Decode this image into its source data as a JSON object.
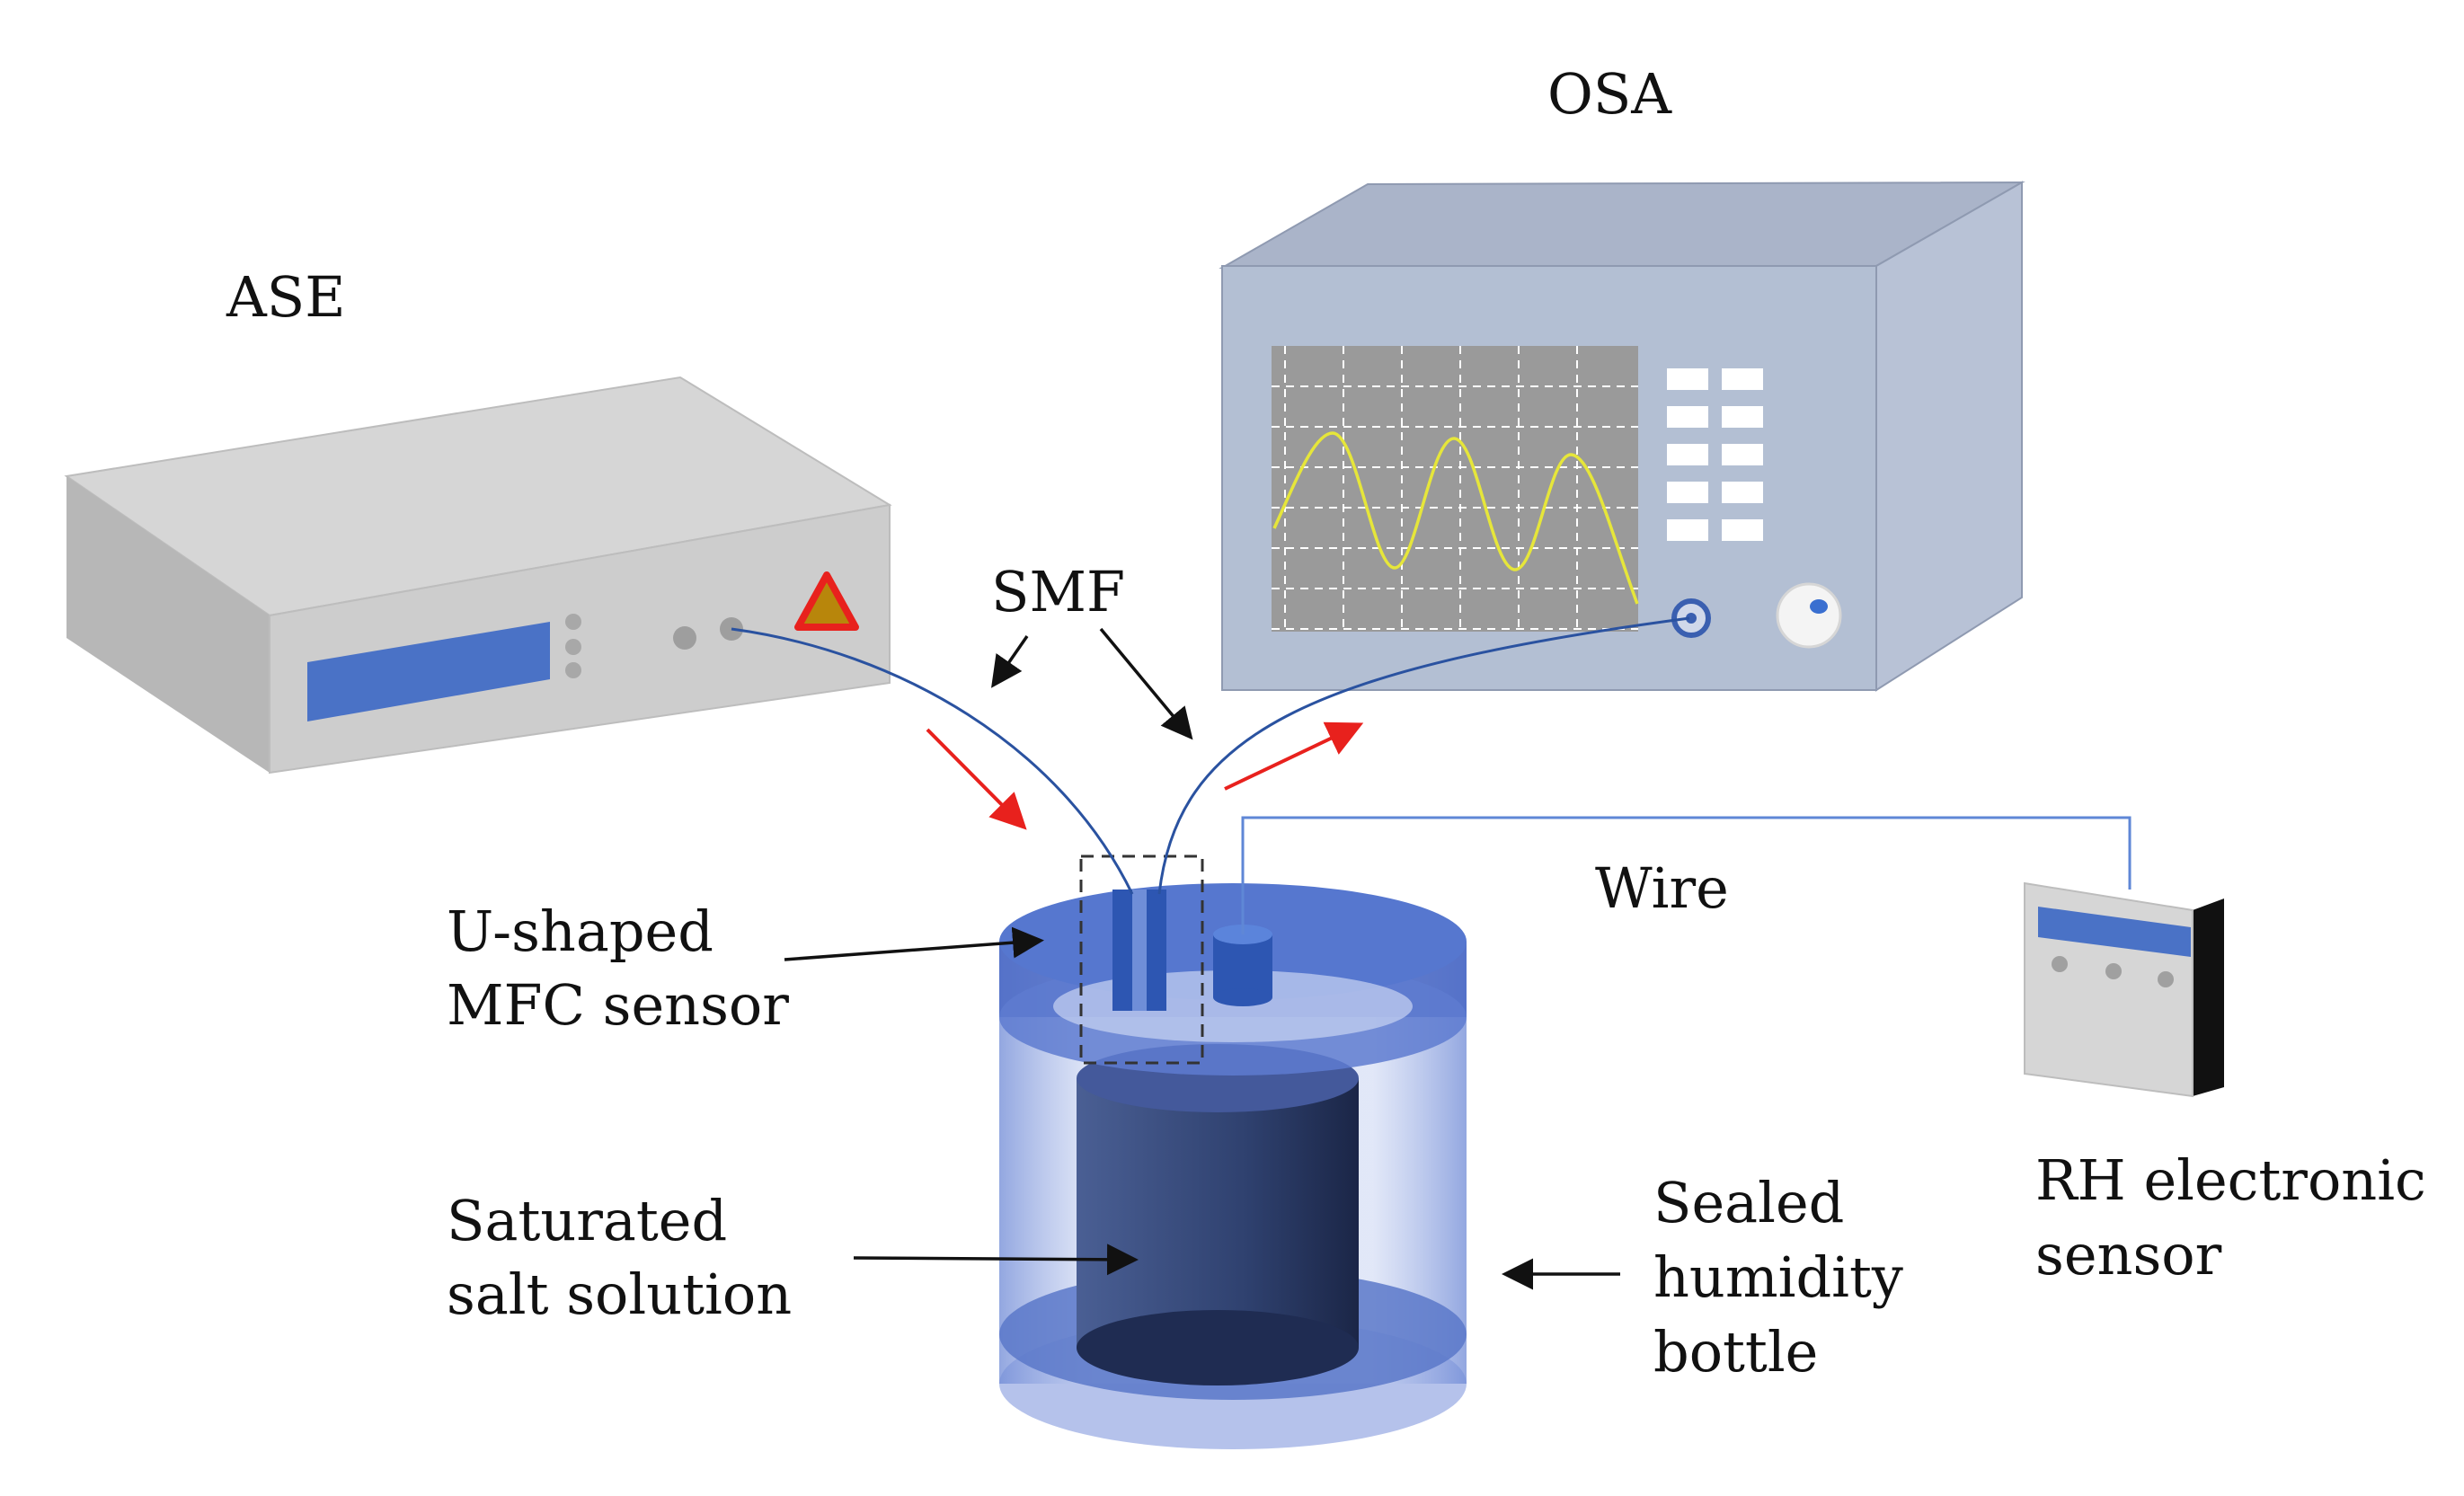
{
  "labels": {
    "ase": "ASE",
    "osa": "OSA",
    "smf": "SMF",
    "wire": "Wire",
    "sensor_line1": "U-shaped",
    "sensor_line2": "MFC sensor",
    "salt_line1": "Saturated",
    "salt_line2": "salt solution",
    "bottle_line1": "Sealed",
    "bottle_line2": "humidity",
    "bottle_line3": "bottle",
    "rh_line1": "RH electronic",
    "rh_line2": "sensor"
  },
  "colors": {
    "device_body": "#cfcfcf",
    "ase_display": "#4a72c6",
    "osa_body": "#b3bfd3",
    "osa_screen": "#9a9a9a",
    "waveform": "#e6e63a",
    "fiber": "#2a52a0",
    "light_arrow": "#e8211d",
    "bottle": "#5b78c9",
    "solution": "#2d3f70"
  }
}
